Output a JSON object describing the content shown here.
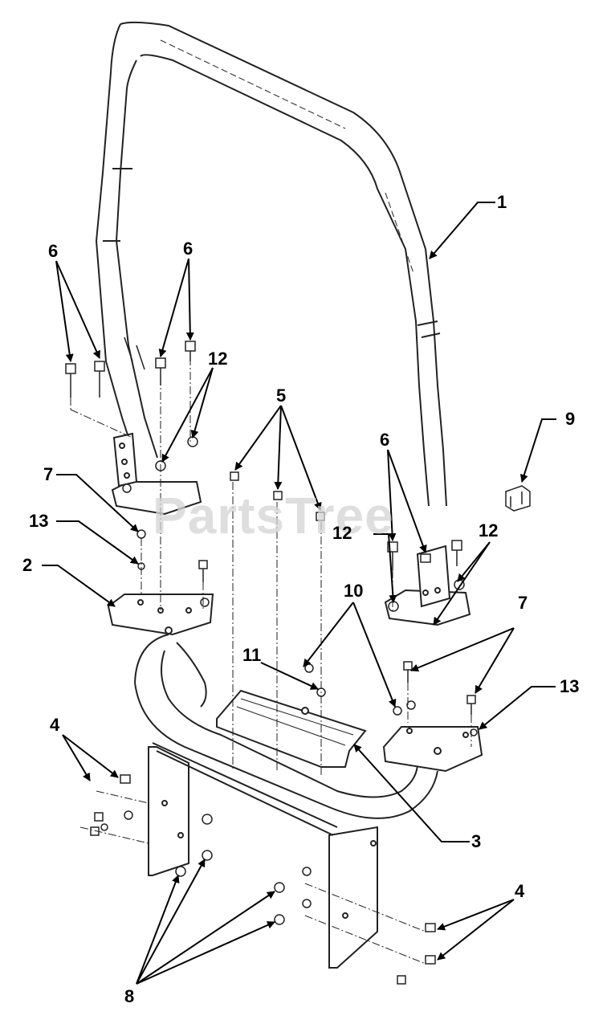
{
  "watermark": "PartsTree",
  "callouts": {
    "c1": "1",
    "c2": "2",
    "c3": "3",
    "c4a": "4",
    "c4b": "4",
    "c5": "5",
    "c6a": "6",
    "c6b": "6",
    "c6c": "6",
    "c7a": "7",
    "c7b": "7",
    "c8": "8",
    "c9": "9",
    "c10": "10",
    "c11": "11",
    "c12a": "12",
    "c12b": "12",
    "c12c": "12",
    "c13a": "13",
    "c13b": "13"
  }
}
